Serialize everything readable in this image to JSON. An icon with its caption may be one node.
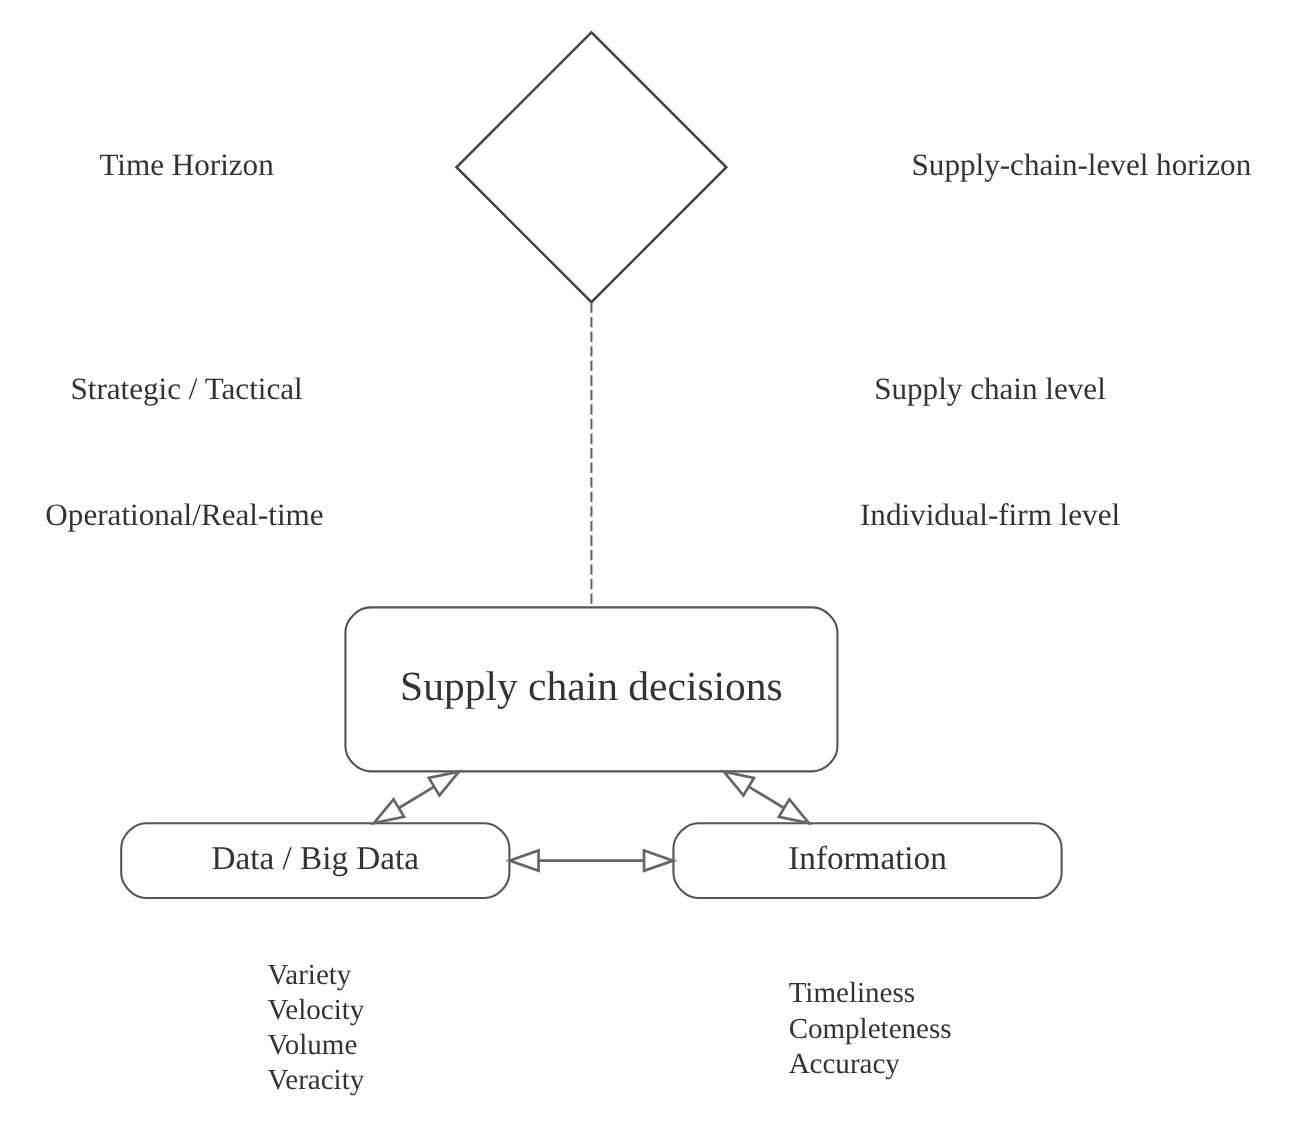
{
  "diagram": {
    "nodes": [
      {
        "text": [],
        "shape": "diamond"
      },
      {
        "text": [
          "Supply chain decisions"
        ]
      },
      {
        "text": [
          "Data / Big Data"
        ],
        "beside": [
          "Variety",
          "Velocity",
          "Volume",
          "Veracity"
        ]
      },
      {
        "text": [
          "Information"
        ],
        "beside": [
          "Timeliness",
          "Completeness",
          "Accuracy"
        ]
      }
    ],
    "edges": [
      {
        "from": 0,
        "to": 1,
        "arrow": "none",
        "style": "dashed"
      },
      {
        "from": 2,
        "to": 1,
        "arrow": "both"
      },
      {
        "from": 1,
        "to": 3,
        "arrow": "both"
      },
      {
        "from": 2,
        "to": 3,
        "arrow": "both"
      }
    ],
    "labels": [
      "Time Horizon",
      "Supply-chain-level horizon",
      "Strategic / Tactical",
      "Supply chain level",
      "Operational/Real-time",
      "Individual-firm level"
    ]
  }
}
